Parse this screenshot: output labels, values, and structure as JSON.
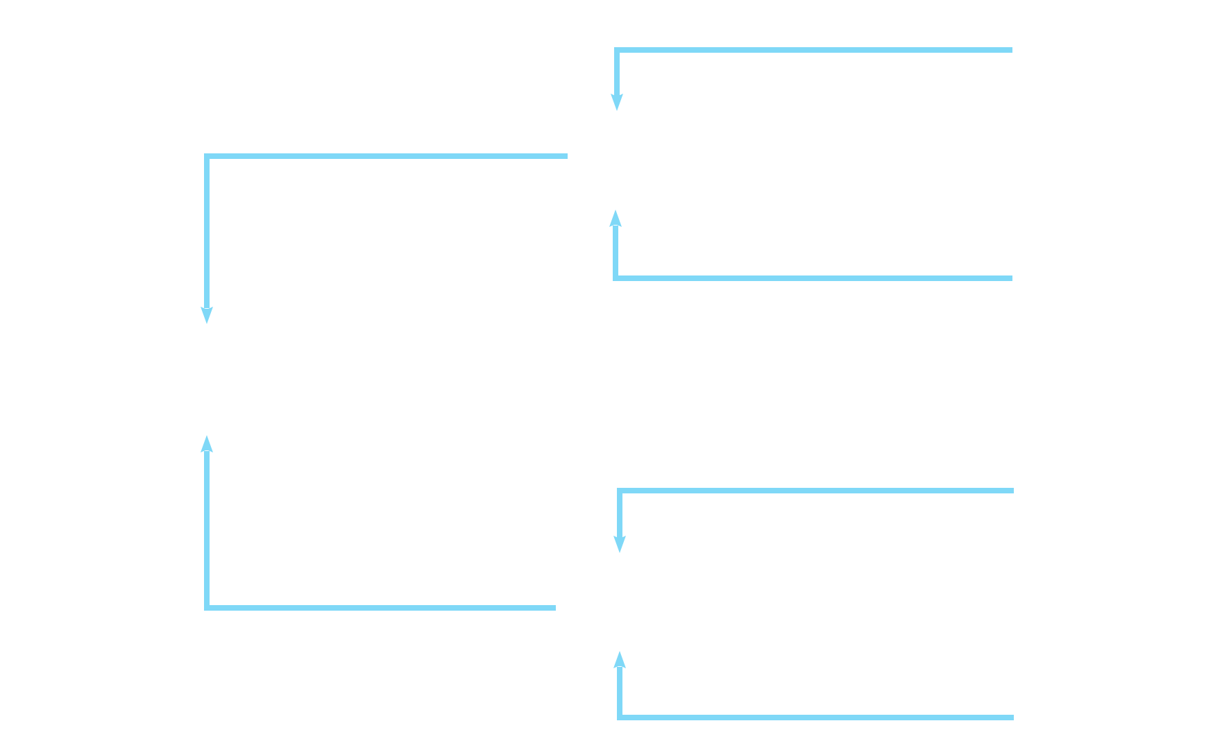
{
  "diagram": {
    "background": "#ffffff",
    "connector_color": "#7fd8f7",
    "connectors": [
      {
        "name": "connector-top-right-upper",
        "direction": "down"
      },
      {
        "name": "connector-top-right-lower",
        "direction": "up"
      },
      {
        "name": "connector-left-upper",
        "direction": "down"
      },
      {
        "name": "connector-left-lower",
        "direction": "up"
      },
      {
        "name": "connector-bottom-right-upper",
        "direction": "down"
      },
      {
        "name": "connector-bottom-right-lower",
        "direction": "up"
      }
    ]
  }
}
